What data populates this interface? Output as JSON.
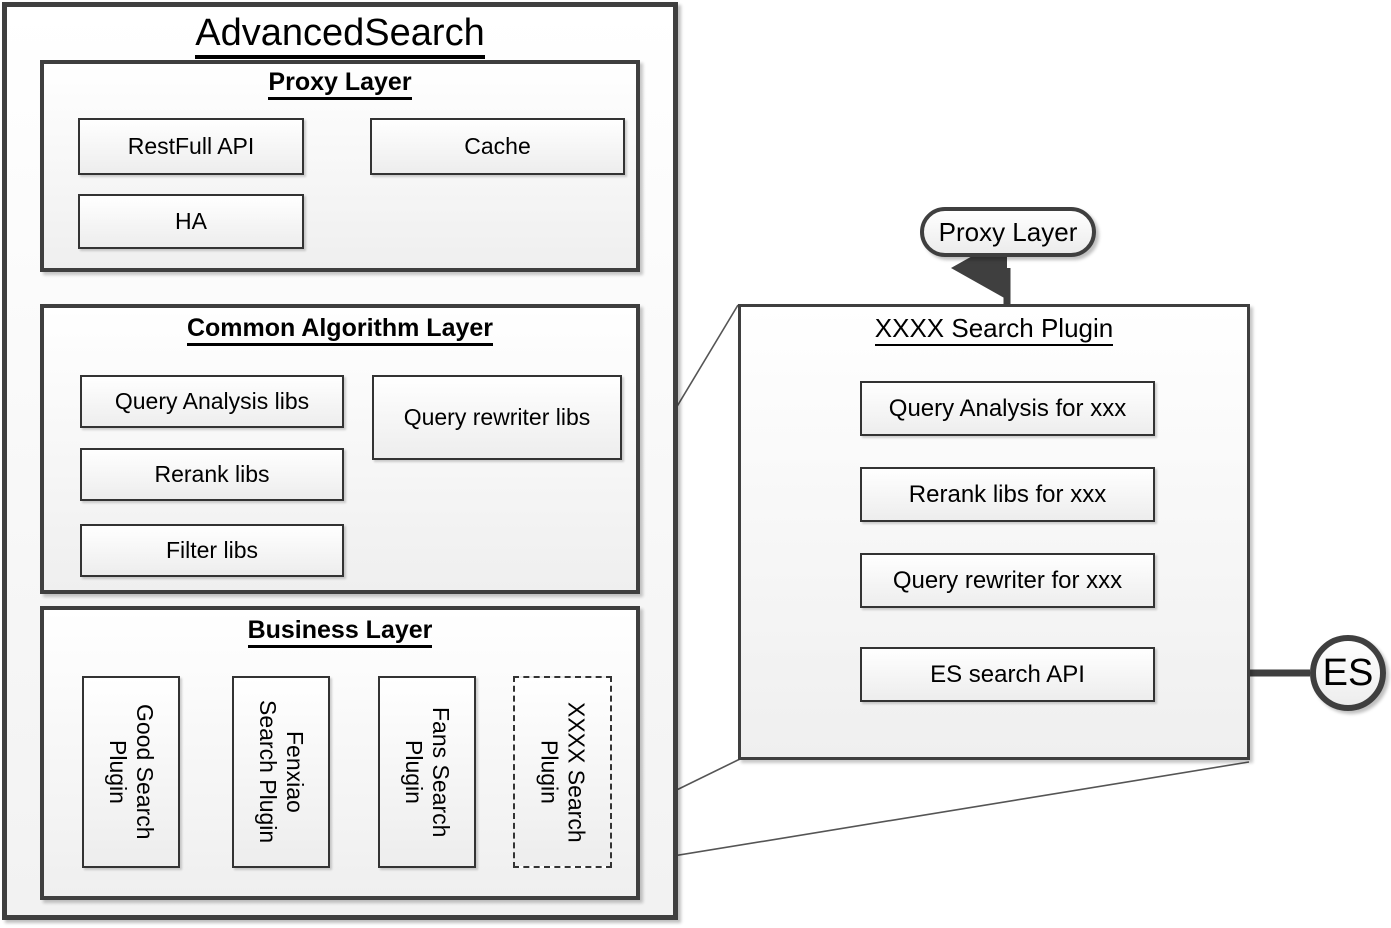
{
  "diagram": {
    "title": "AdvancedSearch",
    "left_system": {
      "name": "AdvancedSearch",
      "layers": [
        {
          "title": "Proxy Layer",
          "components": [
            {
              "label": "RestFull API"
            },
            {
              "label": "Cache"
            },
            {
              "label": "HA"
            }
          ]
        },
        {
          "title": "Common Algorithm Layer",
          "components": [
            {
              "label": "Query Analysis libs"
            },
            {
              "label": "Query rewriter libs"
            },
            {
              "label": "Rerank libs"
            },
            {
              "label": "Filter libs"
            }
          ]
        },
        {
          "title": "Business Layer",
          "components": [
            {
              "label": "Good Search\nPlugin"
            },
            {
              "label": "Fenxiao\nSearch Plugin"
            },
            {
              "label": "Fans Search\nPlugin"
            },
            {
              "label": "XXXX Search\nPlugin"
            }
          ]
        }
      ]
    },
    "right_detail": {
      "title": "XXXX Search Plugin",
      "upstream_node": "Proxy Layer",
      "external_node": "ES",
      "stack": [
        {
          "label": "Query Analysis for xxx"
        },
        {
          "label": "Rerank libs for xxx"
        },
        {
          "label": "Query rewriter for xxx"
        },
        {
          "label": "ES search API"
        }
      ]
    },
    "colors": {
      "border_heavy": "#3f3f3f",
      "border_leaf": "#333333",
      "text": "#000000",
      "background": "#ffffff"
    }
  }
}
